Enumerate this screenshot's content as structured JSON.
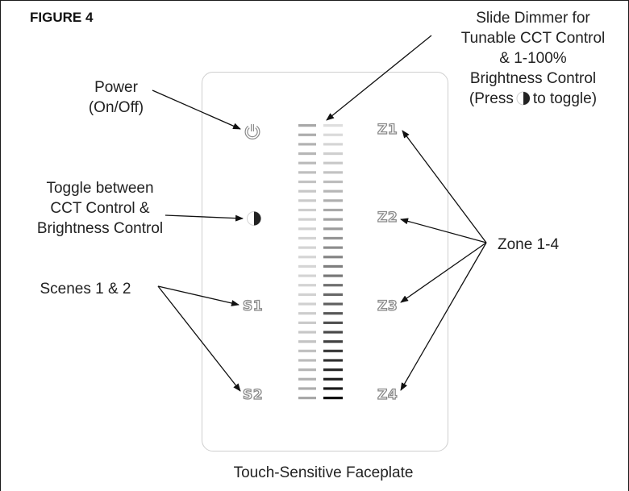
{
  "figure_title": "FIGURE 4",
  "caption": "Touch-Sensitive Faceplate",
  "callouts": {
    "power": [
      "Power",
      "(On/Off)"
    ],
    "toggle": [
      "Toggle between",
      "CCT Control &",
      "Brightness Control"
    ],
    "scenes": "Scenes 1 & 2",
    "zones": "Zone 1-4",
    "slider": [
      "Slide Dimmer for",
      "Tunable CCT Control",
      "& 1-100%",
      "Brightness Control"
    ],
    "slider_toggle_prefix": "(Press",
    "slider_toggle_suffix": "to toggle)"
  },
  "buttons": {
    "scene1": "S1",
    "scene2": "S2",
    "zone1": "Z1",
    "zone2": "Z2",
    "zone3": "Z3",
    "zone4": "Z4"
  },
  "icons": {
    "power": "power-icon",
    "toggle": "half-circle-icon"
  },
  "colors": {
    "frame": "#1a1a1a",
    "faceplate_border": "#cfcfcf",
    "button_outline": "#8a8a8a"
  }
}
